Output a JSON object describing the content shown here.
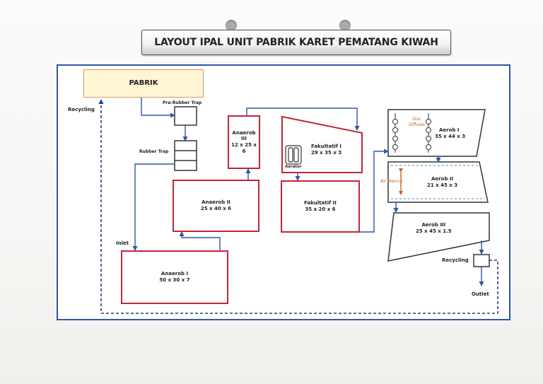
{
  "title": "LAYOUT IPAL UNIT PABRIK KARET PEMATANG KIWAH",
  "units": {
    "pabrik": "PABRIK",
    "pra_rubber_trap": "Pra-Rubber Trap",
    "rubber_trap": "Rubber Trap",
    "anaerob_iii": {
      "name": "Anaerob III",
      "dim": "12 x 25 x 6"
    },
    "anaerob_ii": {
      "name": "Anaerob II",
      "dim": "25 x 40 x 6"
    },
    "anaerob_i": {
      "name": "Anaerob I",
      "dim": "50 x 30 x 7"
    },
    "fakultatif_i": {
      "name": "Fakultatif I",
      "dim": "29 x 35 x 3"
    },
    "fakultatif_ii": {
      "name": "Fakultatif II",
      "dim": "35 x 20 x 6"
    },
    "aerob_i": {
      "name": "Aerob I",
      "dim": "35 x 44 x 3"
    },
    "aerob_ii": {
      "name": "Aerob II",
      "dim": "21 x 45 x 3"
    },
    "aerob_iii": {
      "name": "Aerob III",
      "dim": "25 x 45 x 1.5"
    }
  },
  "labels": {
    "recycling_left": "Recycling",
    "inlet": "Inlet",
    "aerator": "Aerator",
    "disc_diffuser_1": "Disc",
    "disc_diffuser_2": "Diffuser",
    "air_mancur": "Air Mancur",
    "recycling_right": "Recycling",
    "outlet": "Outlet"
  },
  "colors": {
    "frame": "#2f57a8",
    "flow_line": "#2f57a8",
    "pond_border": "#c0263a",
    "pabrik_fill": "#fff6d6",
    "pabrik_border": "#d89a6a",
    "annotation": "#c8641e"
  }
}
